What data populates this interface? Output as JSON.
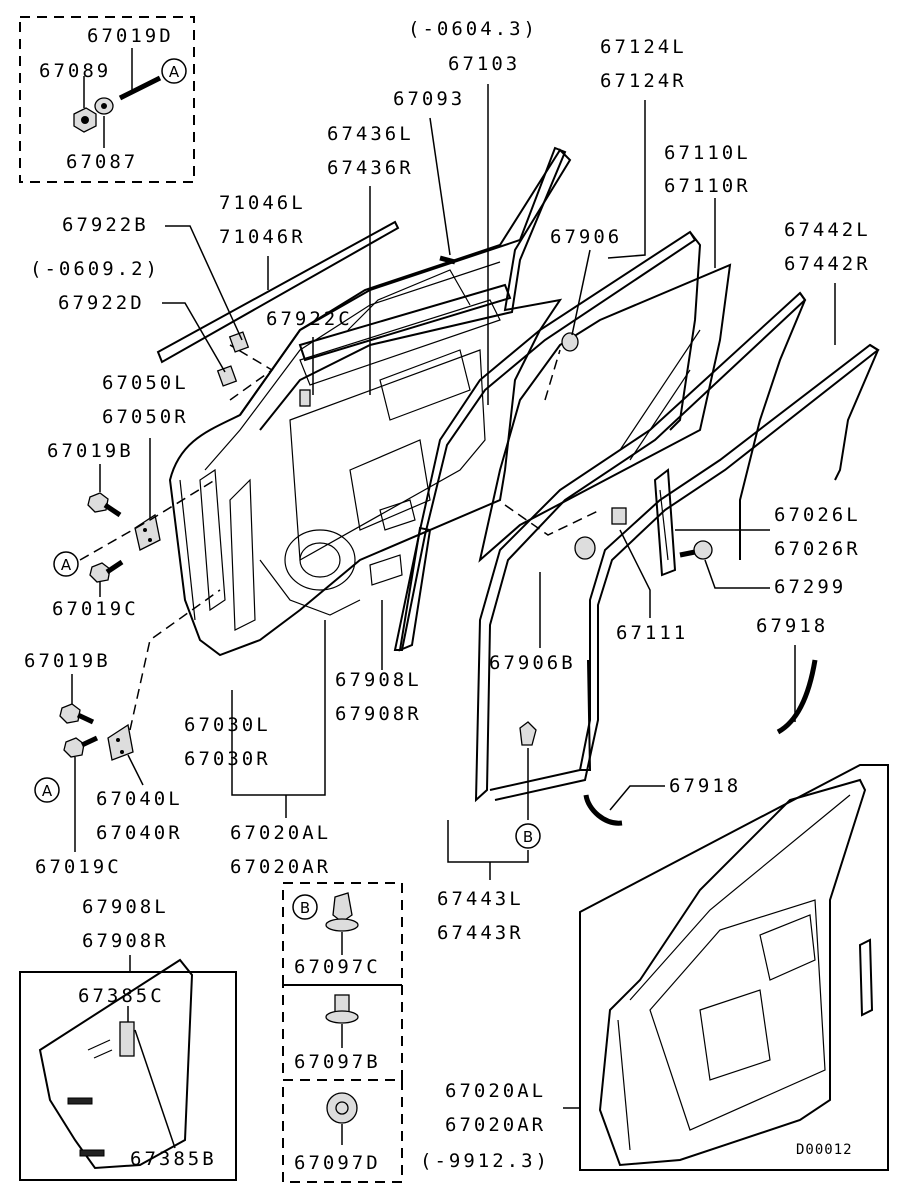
{
  "diagram": {
    "labels": [
      {
        "id": "l1",
        "text": "67019D"
      },
      {
        "id": "l2",
        "text": "67089"
      },
      {
        "id": "l3",
        "text": "67087"
      },
      {
        "id": "l4",
        "text": "(-0604.3)"
      },
      {
        "id": "l5",
        "text": "67103"
      },
      {
        "id": "l6",
        "text": "67093"
      },
      {
        "id": "l7",
        "text": "67124L"
      },
      {
        "id": "l8",
        "text": "67124R"
      },
      {
        "id": "l9",
        "text": "67436L"
      },
      {
        "id": "l10",
        "text": "67436R"
      },
      {
        "id": "l11",
        "text": "67110L"
      },
      {
        "id": "l12",
        "text": "67110R"
      },
      {
        "id": "l13",
        "text": "67922B"
      },
      {
        "id": "l14",
        "text": "71046L"
      },
      {
        "id": "l15",
        "text": "71046R"
      },
      {
        "id": "l16",
        "text": "67906"
      },
      {
        "id": "l17",
        "text": "67442L"
      },
      {
        "id": "l18",
        "text": "67442R"
      },
      {
        "id": "l19",
        "text": "(-0609.2)"
      },
      {
        "id": "l20",
        "text": "67922D"
      },
      {
        "id": "l21",
        "text": "67922C"
      },
      {
        "id": "l22",
        "text": "67050L"
      },
      {
        "id": "l23",
        "text": "67050R"
      },
      {
        "id": "l24",
        "text": "67019B"
      },
      {
        "id": "l25",
        "text": "67026L"
      },
      {
        "id": "l26",
        "text": "67026R"
      },
      {
        "id": "l27",
        "text": "67299"
      },
      {
        "id": "l28",
        "text": "67019C"
      },
      {
        "id": "l29",
        "text": "67111"
      },
      {
        "id": "l30",
        "text": "67918"
      },
      {
        "id": "l31",
        "text": "67019B"
      },
      {
        "id": "l32",
        "text": "67908L"
      },
      {
        "id": "l33",
        "text": "67908R"
      },
      {
        "id": "l34",
        "text": "67906B"
      },
      {
        "id": "l35",
        "text": "67030L"
      },
      {
        "id": "l36",
        "text": "67030R"
      },
      {
        "id": "l37",
        "text": "67040L"
      },
      {
        "id": "l38",
        "text": "67040R"
      },
      {
        "id": "l39",
        "text": "67918"
      },
      {
        "id": "l40",
        "text": "67020AL"
      },
      {
        "id": "l41",
        "text": "67020AR"
      },
      {
        "id": "l42",
        "text": "67019C"
      },
      {
        "id": "l43",
        "text": "67443L"
      },
      {
        "id": "l44",
        "text": "67443R"
      },
      {
        "id": "l45",
        "text": "67908L"
      },
      {
        "id": "l46",
        "text": "67908R"
      },
      {
        "id": "l47",
        "text": "67097C"
      },
      {
        "id": "l48",
        "text": "67385C"
      },
      {
        "id": "l49",
        "text": "67097B"
      },
      {
        "id": "l50",
        "text": "67020AL"
      },
      {
        "id": "l51",
        "text": "67020AR"
      },
      {
        "id": "l52",
        "text": "67385B"
      },
      {
        "id": "l53",
        "text": "67097D"
      },
      {
        "id": "l54",
        "text": "(-9912.3)"
      },
      {
        "id": "l55",
        "text": "D00012"
      }
    ],
    "callouts": {
      "a": "A",
      "b": "B"
    }
  }
}
